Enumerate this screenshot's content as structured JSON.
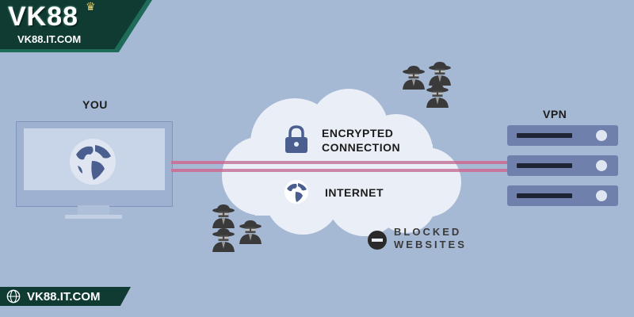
{
  "brand": {
    "logo_text": "VK88",
    "logo_subtext": "VK88.IT.COM",
    "banner_text": "VK88.IT.COM"
  },
  "diagram": {
    "you_label": "YOU",
    "vpn_label": "VPN",
    "encrypted_line1": "ENCRYPTED",
    "encrypted_line2": "CONNECTION",
    "internet_label": "INTERNET",
    "blocked_line1": "BLOCKED",
    "blocked_line2": "WEBSITES"
  },
  "icons": [
    "crown-icon",
    "globe-icon",
    "lock-icon",
    "spy-icon",
    "server-icon",
    "blocked-icon"
  ],
  "colors": {
    "background": "#a5b8d4",
    "brand_dark": "#0f3b33",
    "connection_line": "#c7759a",
    "server": "#6e80ab",
    "globe": "#4a5f8f"
  }
}
